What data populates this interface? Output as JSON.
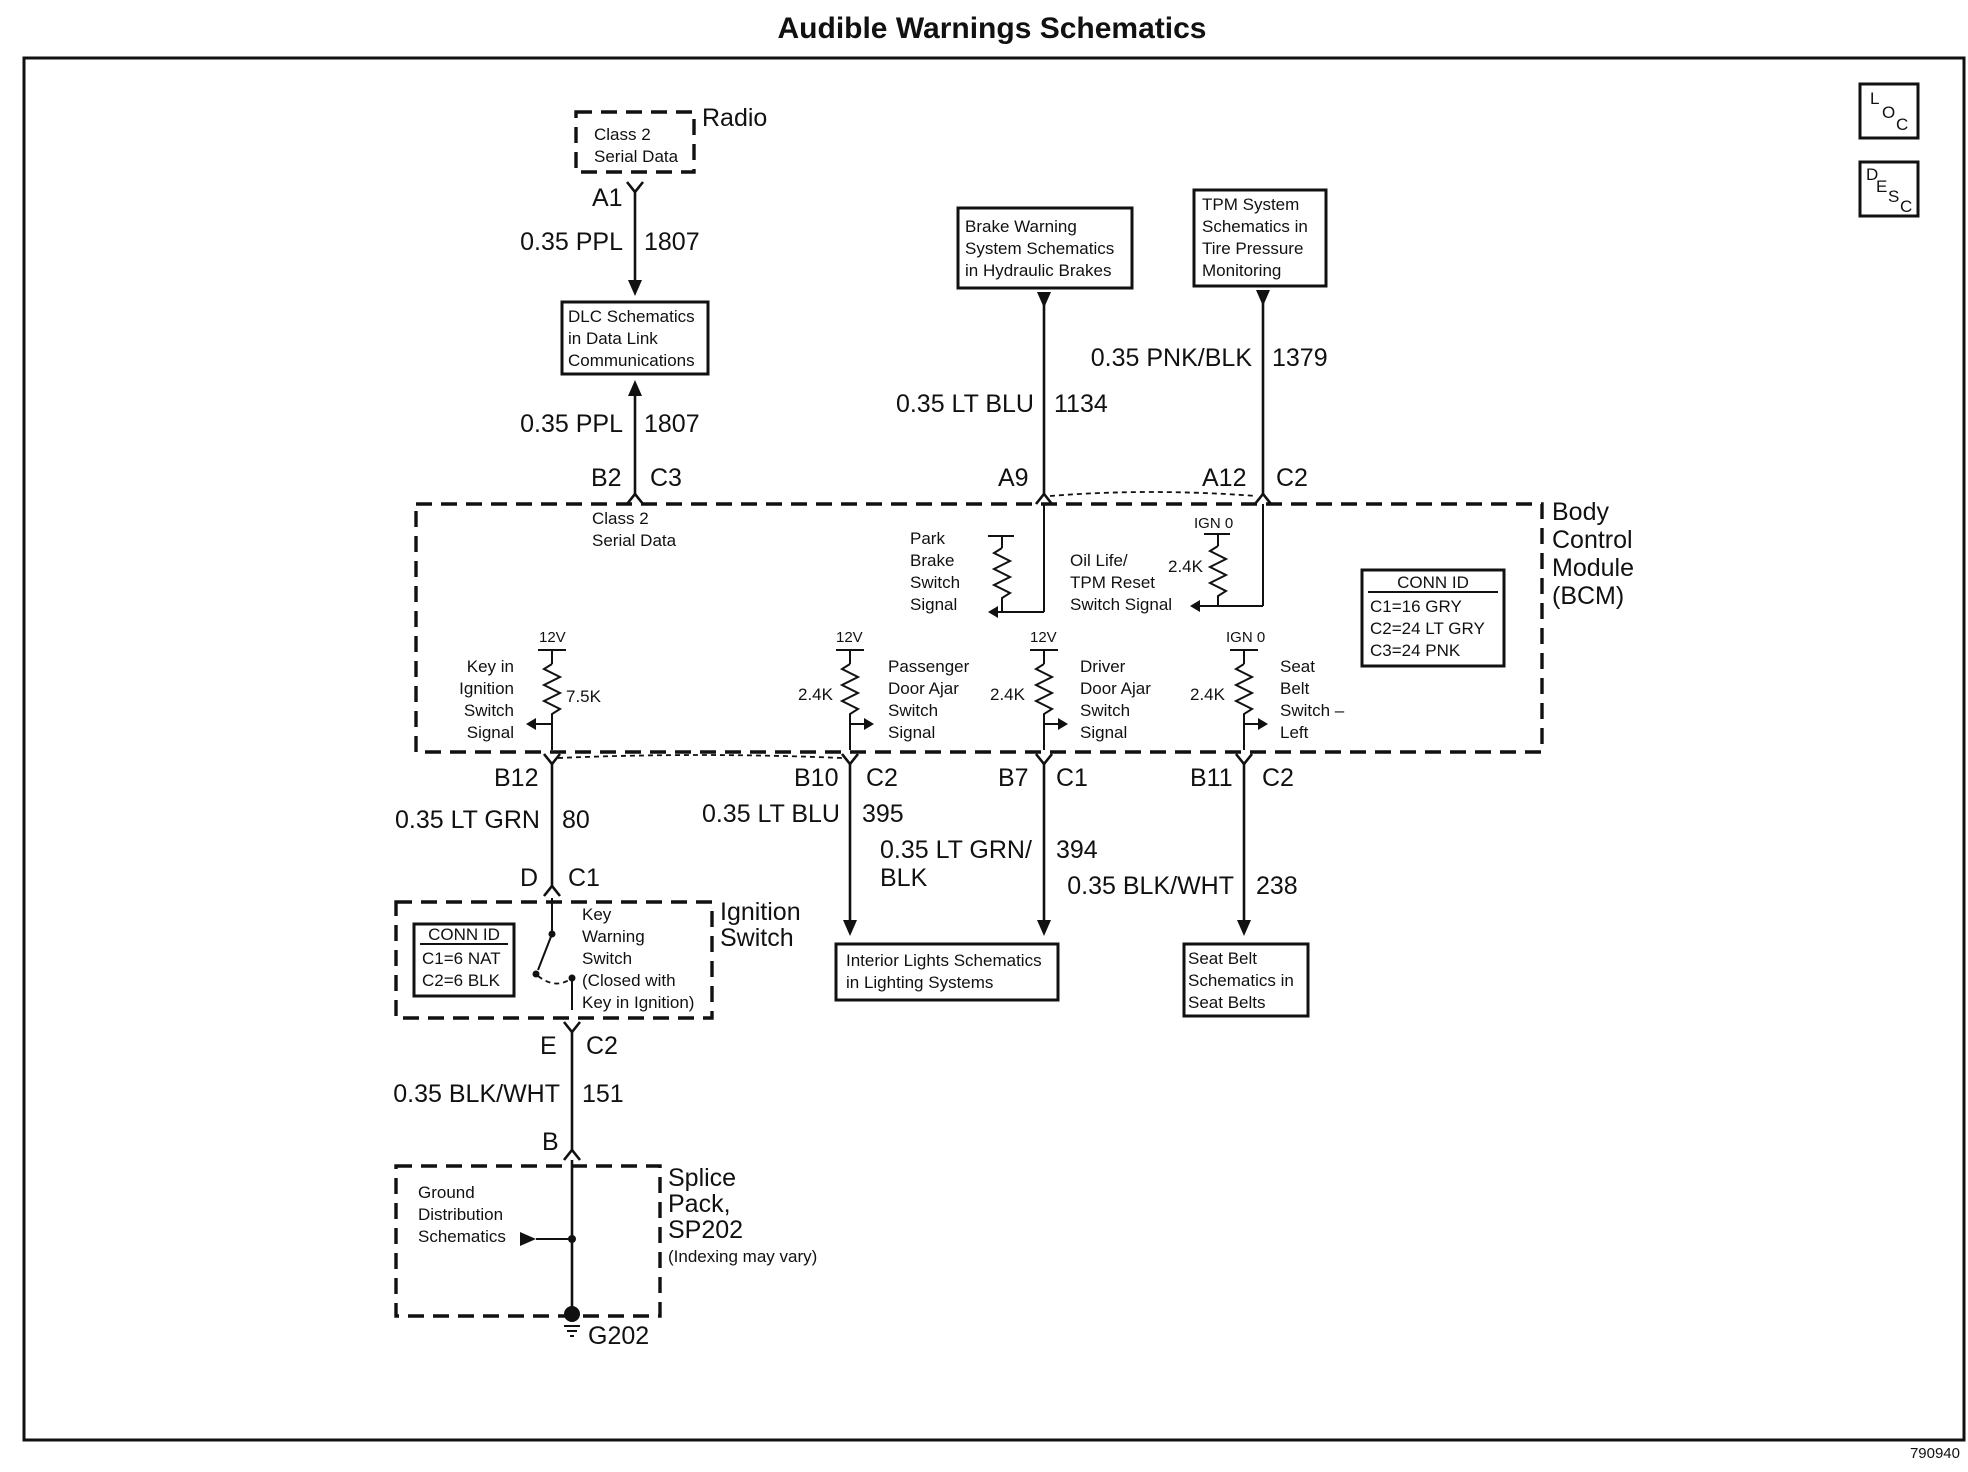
{
  "title": "Audible Warnings Schematics",
  "figure_id": "790940",
  "corner_icons": [
    {
      "icon": "loc-icon",
      "letters": [
        "L",
        "O",
        "C"
      ]
    },
    {
      "icon": "desc-icon",
      "letters": [
        "D",
        "E",
        "S",
        "C"
      ]
    }
  ],
  "radio": {
    "label": "Radio",
    "box_lines": [
      "Class 2",
      "Serial Data"
    ],
    "pin": "A1",
    "wire_size": "0.35 PPL",
    "circuit": "1807"
  },
  "dlc_box": [
    "DLC Schematics",
    "in Data Link",
    "Communications"
  ],
  "dlc_lower_wire": {
    "size": "0.35 PPL",
    "circuit": "1807"
  },
  "brake_box": [
    "Brake Warning",
    "System Schematics",
    "in Hydraulic Brakes"
  ],
  "tpm_box": [
    "TPM System",
    "Schematics in",
    "Tire Pressure",
    "Monitoring"
  ],
  "brake_wire": {
    "size": "0.35 LT BLU",
    "circuit": "1134"
  },
  "tpm_wire": {
    "size": "0.35 PNK/BLK",
    "circuit": "1379"
  },
  "bcm": {
    "label_lines": [
      "Body",
      "Control",
      "Module",
      "(BCM)"
    ],
    "class2_lines": [
      "Class 2",
      "Serial Data"
    ],
    "pins_top": {
      "b2": "B2",
      "c3": "C3",
      "a9": "A9",
      "a12": "A12",
      "c2": "C2"
    },
    "park_brake_lines": [
      "Park",
      "Brake",
      "Switch",
      "Signal"
    ],
    "oil_life_lines": [
      "Oil Life/",
      "TPM Reset",
      "Switch Signal"
    ],
    "ign0": "IGN 0",
    "res_24k": "2.4K",
    "res_75k": "7.5K",
    "v12": "12V",
    "key_in_lines": [
      "Key in",
      "Ignition",
      "Switch",
      "Signal"
    ],
    "passenger_lines": [
      "Passenger",
      "Door Ajar",
      "Switch",
      "Signal"
    ],
    "driver_lines": [
      "Driver",
      "Door Ajar",
      "Switch",
      "Signal"
    ],
    "seat_belt_lines": [
      "Seat",
      "Belt",
      "Switch –",
      "Left"
    ],
    "conn_id": {
      "header": "CONN ID",
      "rows": [
        "C1=16 GRY",
        "C2=24 LT GRY",
        "C3=24 PNK"
      ]
    },
    "pins_bottom": {
      "b12": "B12",
      "b10": "B10",
      "c2a": "C2",
      "b7": "B7",
      "c1": "C1",
      "b11": "B11",
      "c2b": "C2"
    }
  },
  "wires_lower": {
    "key_in": {
      "size": "0.35 LT GRN",
      "circuit": "80"
    },
    "passenger": {
      "size": "0.35 LT BLU",
      "circuit": "395"
    },
    "driver": {
      "size_lines": [
        "0.35 LT GRN/",
        "BLK"
      ],
      "circuit": "394"
    },
    "seat_belt": {
      "size": "0.35 BLK/WHT",
      "circuit": "238"
    }
  },
  "ignition_switch": {
    "label_lines": [
      "Ignition",
      "Switch"
    ],
    "pin_d": "D",
    "pin_c1": "C1",
    "key_warning_lines": [
      "Key",
      "Warning",
      "Switch",
      "(Closed with",
      "Key in Ignition)"
    ],
    "conn_id": {
      "header": "CONN ID",
      "rows": [
        "C1=6 NAT",
        "C2=6 BLK"
      ]
    },
    "pin_e": "E",
    "pin_c2": "C2"
  },
  "interior_box": [
    "Interior Lights Schematics",
    "in Lighting Systems"
  ],
  "seat_belt_box": [
    "Seat Belt",
    "Schematics in",
    "Seat Belts"
  ],
  "ground_wire": {
    "size": "0.35 BLK/WHT",
    "circuit": "151"
  },
  "splice": {
    "pin_b": "B",
    "label_lines": [
      "Splice",
      "Pack,",
      "SP202"
    ],
    "note": "(Indexing may vary)",
    "ground_lines": [
      "Ground",
      "Distribution",
      "Schematics"
    ],
    "ground_id": "G202"
  }
}
